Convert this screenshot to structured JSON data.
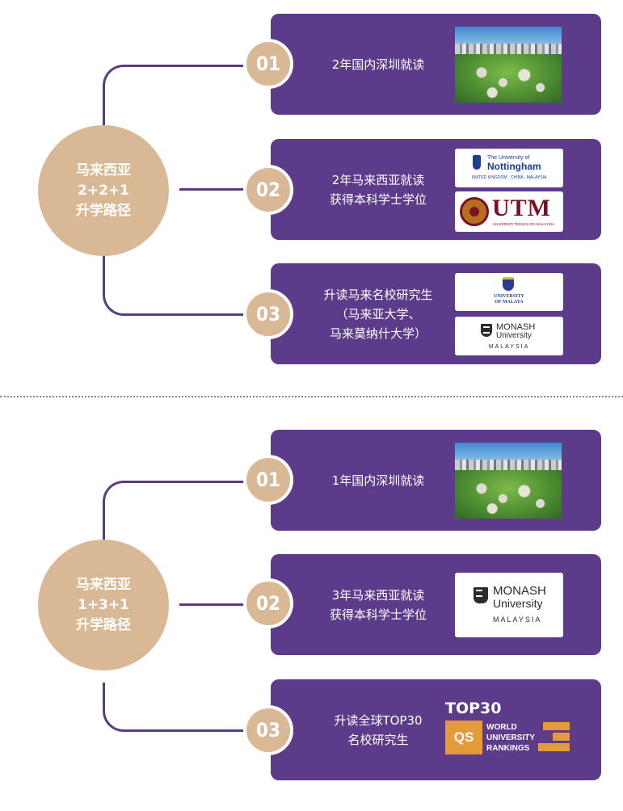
{
  "path1": {
    "title_lines": [
      "马来西亚",
      "2+2+1",
      "升学路径"
    ],
    "steps": [
      {
        "num": "01",
        "text_lines": [
          "2年国内深圳就读"
        ]
      },
      {
        "num": "02",
        "text_lines": [
          "2年马来西亚就读",
          "获得本科学士学位"
        ]
      },
      {
        "num": "03",
        "text_lines": [
          "升读马来名校研究生",
          "（马来亚大学、",
          "马来莫纳什大学）"
        ]
      }
    ]
  },
  "path2": {
    "title_lines": [
      "马来西亚",
      "1+3+1",
      "升学路径"
    ],
    "steps": [
      {
        "num": "01",
        "text_lines": [
          "1年国内深圳就读"
        ]
      },
      {
        "num": "02",
        "text_lines": [
          "3年马来西亚就读",
          "获得本科学士学位"
        ]
      },
      {
        "num": "03",
        "text_lines": [
          "升读全球TOP30",
          "名校研究生"
        ]
      }
    ]
  },
  "logos": {
    "nottingham": {
      "line1": "The University of",
      "line2": "Nottingham",
      "line3": "UNITED KINGDOM · CHINA · MALAYSIA"
    },
    "utm": {
      "name": "UTM",
      "sub": "UNIVERSITI TEKNOLOGI MALAYSIA"
    },
    "um": {
      "line1": "UNIVERSITY",
      "line2": "OF MALAYA"
    },
    "monash": {
      "line1": "MONASH",
      "line2": "University",
      "line3": "MALAYSIA"
    },
    "qs": {
      "top": "TOP30",
      "box": "QS",
      "words": [
        "WORLD",
        "UNIVERSITY",
        "RANKINGS"
      ]
    }
  },
  "colors": {
    "purple": "#5c3b8a",
    "tan": "#d9b896",
    "line": "#5a3c86",
    "qs_orange": "#e49b3a"
  }
}
